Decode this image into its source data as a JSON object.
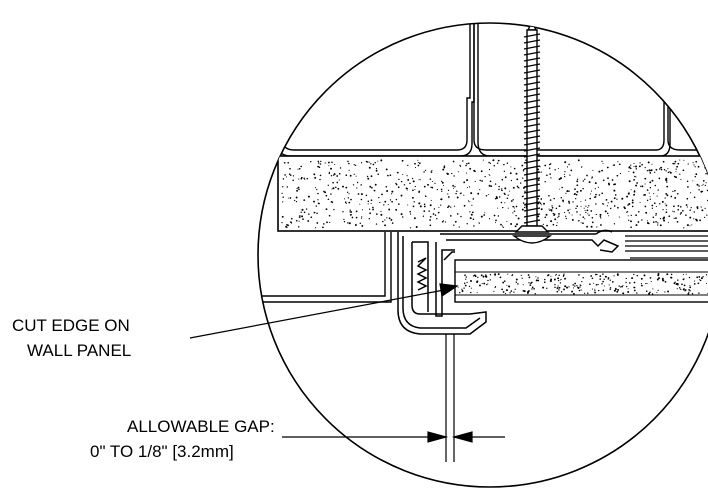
{
  "callouts": {
    "cut_edge": {
      "line1": "CUT EDGE ON",
      "line2": "WALL PANEL"
    },
    "gap": {
      "line1": "ALLOWABLE GAP:",
      "line2": "0\" TO 1/8\" [3.2mm]"
    }
  },
  "colors": {
    "line": "#000000",
    "background": "#ffffff"
  }
}
